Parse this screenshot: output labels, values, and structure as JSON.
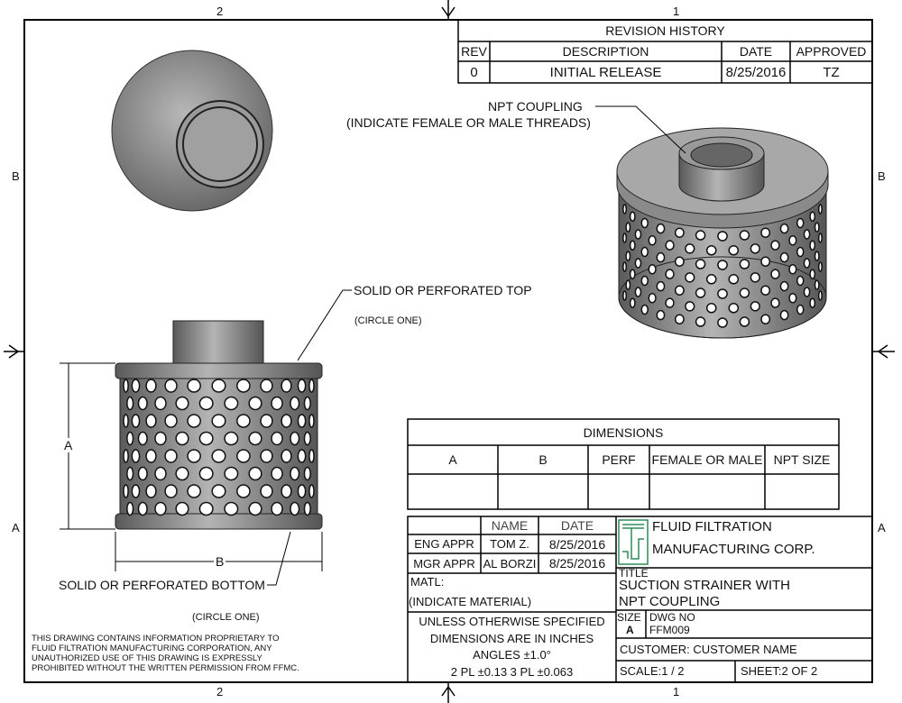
{
  "zones": {
    "top": [
      "2",
      "1"
    ],
    "bottom": [
      "2",
      "1"
    ],
    "left": [
      "B",
      "A"
    ],
    "right": [
      "B",
      "A"
    ]
  },
  "revision": {
    "title": "REVISION HISTORY",
    "headers": [
      "REV",
      "DESCRIPTION",
      "DATE",
      "APPROVED"
    ],
    "rows": [
      [
        "0",
        "INITIAL RELEASE",
        "8/25/2016",
        "TZ"
      ]
    ]
  },
  "callouts": {
    "npt_line1": "NPT COUPLING",
    "npt_line2": "(INDICATE FEMALE OR MALE THREADS)",
    "top": "SOLID OR PERFORATED TOP",
    "top_circle": "(CIRCLE ONE)",
    "bottom": "SOLID OR PERFORATED BOTTOM",
    "bottom_circle": "(CIRCLE ONE)",
    "dim_a": "A",
    "dim_b": "B"
  },
  "proprietary": [
    "THIS DRAWING CONTAINS INFORMATION PROPRIETARY TO",
    "FLUID FILTRATION MANUFACTURING CORPORATION, ANY",
    "UNAUTHORIZED USE OF THIS DRAWING IS EXPRESSLY",
    "PROHIBITED WITHOUT THE WRITTEN PERMISSION FROM FFMC."
  ],
  "dimensions": {
    "title": "DIMENSIONS",
    "headers": [
      "A",
      "B",
      "PERF",
      "FEMALE OR MALE",
      "NPT SIZE"
    ],
    "values": [
      "",
      "",
      "",
      "",
      ""
    ]
  },
  "title_block": {
    "name_header": "NAME",
    "date_header": "DATE",
    "approvals": [
      [
        "ENG APPR",
        "TOM Z.",
        "8/25/2016"
      ],
      [
        "MGR APPR",
        "AL BORZI",
        "8/25/2016"
      ]
    ],
    "matl_label": "MATL:",
    "matl_value": "(INDICATE MATERIAL)",
    "tolerances": [
      "UNLESS OTHERWISE SPECIFIED",
      "DIMENSIONS ARE IN INCHES",
      "ANGLES ±1.0°",
      "2 PL ±0.13 3 PL ±0.063"
    ],
    "company_line1": "FLUID FILTRATION",
    "company_line2": "MANUFACTURING CORP.",
    "logo_color": "#2e8b57",
    "title_label": "TITLE",
    "title_line1": "SUCTION STRAINER WITH",
    "title_line2": "NPT COUPLING",
    "size_label": "SIZE",
    "size_value": "A",
    "dwg_label": "DWG NO",
    "dwg_value": "FFM009",
    "customer": "CUSTOMER: CUSTOMER NAME",
    "scale": "SCALE:1 / 2",
    "sheet": "SHEET:2  OF 2"
  }
}
